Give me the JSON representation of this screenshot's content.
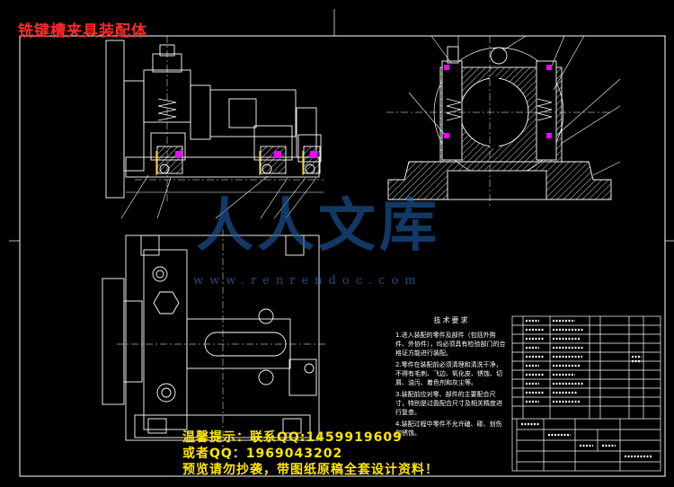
{
  "title": "铣键槽夹具装配体",
  "watermark": {
    "brand": "人人文库",
    "url": "www.renrendoc.com"
  },
  "tech_requirements": {
    "heading": "技术要求",
    "items": [
      "1.进入装配的零件及部件（包括外购件、外协件），均必须具有检验部门的合格证方能进行装配。",
      "2.零件在装配前必须清理和清洗干净，不得有毛刺、飞边、氧化皮、锈蚀、切屑、油污、着色剂和灰尘等。",
      "3.装配前应对零、部件的主要配合尺寸，特别是过盈配合尺寸及相关精度进行复查。",
      "4.装配过程中零件不允许磕、碰、划伤和锈蚀。"
    ]
  },
  "promo": {
    "line1": "温馨提示：联系QQ:1459919609",
    "line2": "或者QQ：1969043202",
    "line3": "预览请勿抄袭，带图纸原稿全套设计资料！"
  },
  "colors": {
    "line": "#ffffff",
    "title": "#ff2a2a",
    "part_magenta": "#ff00ff",
    "part_yellow": "#ffd000",
    "watermark": "#1f5ea8",
    "promo": "#ffe600"
  }
}
